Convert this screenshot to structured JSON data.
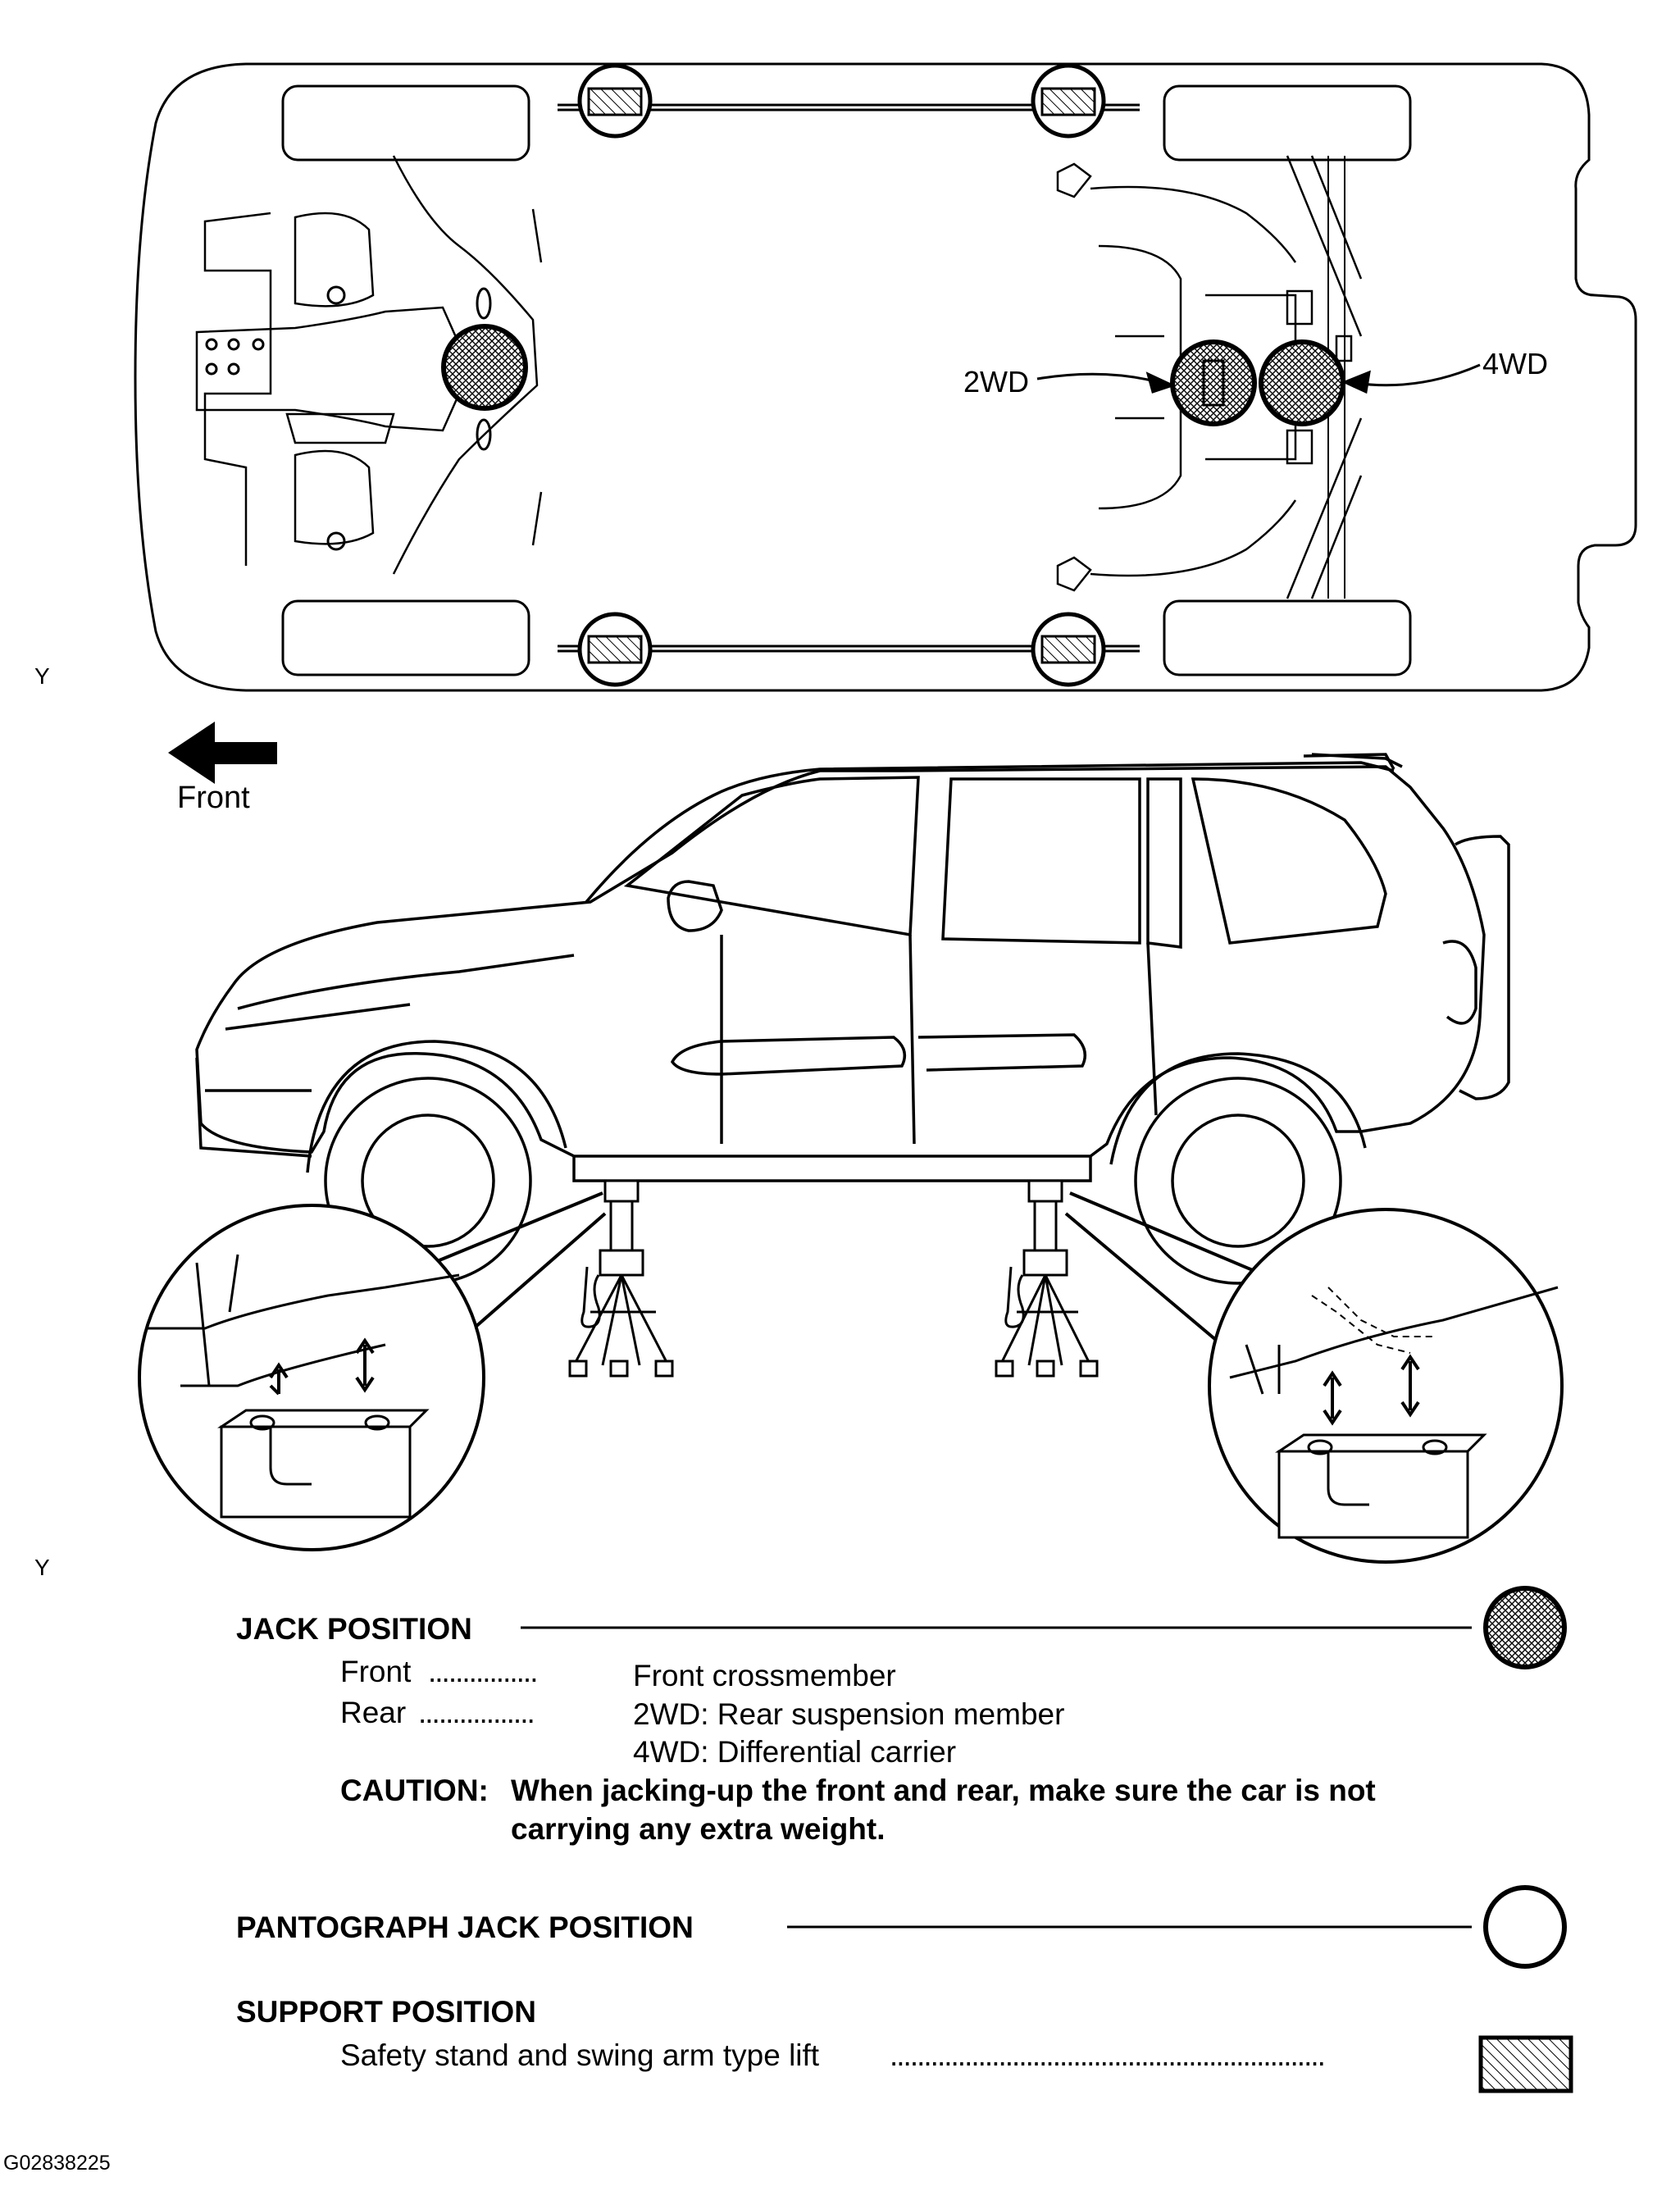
{
  "labels": {
    "wd2": "2WD",
    "wd4": "4WD",
    "y_top": "Y",
    "y_mid": "Y",
    "front_arrow": "Front"
  },
  "legend": {
    "jack_position": {
      "title": "JACK POSITION",
      "front_label": "Front",
      "front_dots": "................",
      "front_value": "Front crossmember",
      "rear_label": "Rear",
      "rear_dots": ".................",
      "rear_value_2wd": "2WD: Rear suspension member",
      "rear_value_4wd": "4WD: Differential carrier",
      "caution_label": "CAUTION:",
      "caution_line1": "When jacking-up the front and rear, make sure the car is not",
      "caution_line2": "carrying any extra weight."
    },
    "pantograph": {
      "title": "PANTOGRAPH JACK POSITION"
    },
    "support": {
      "title": "SUPPORT POSITION",
      "item": "Safety stand and swing arm type lift",
      "dots": "................................................................"
    }
  },
  "figure_id": "G02838225",
  "colors": {
    "ink": "#000000",
    "paper": "#ffffff"
  }
}
